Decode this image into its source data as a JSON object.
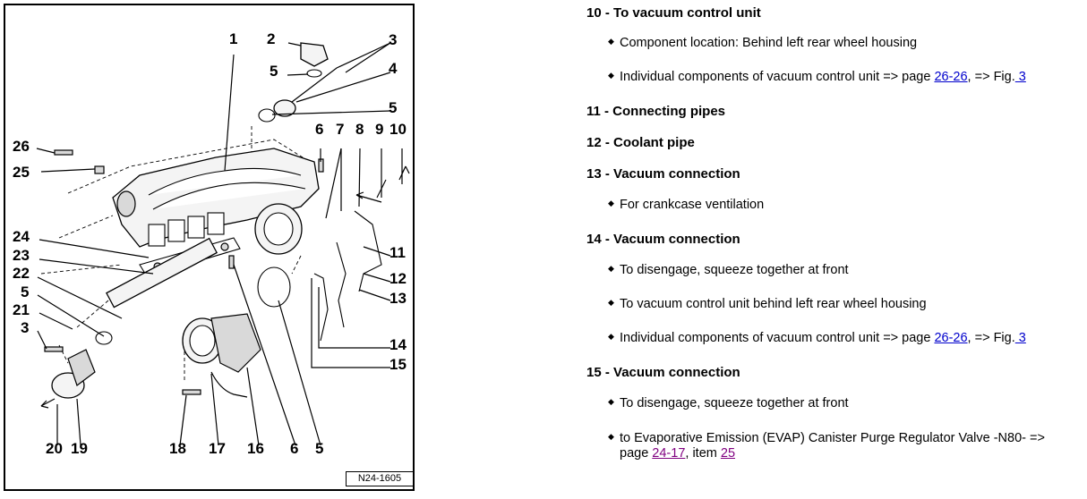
{
  "diagram": {
    "ref_code": "N24-1605",
    "callouts": {
      "n1": "1",
      "n2": "2",
      "n3": "3",
      "n4": "4",
      "n5a": "5",
      "n5b": "5",
      "n6a": "6",
      "n7": "7",
      "n8": "8",
      "n9": "9",
      "n10": "10",
      "n26": "26",
      "n25": "25",
      "n24": "24",
      "n23": "23",
      "n22": "22",
      "n5c": "5",
      "n21": "21",
      "n3b": "3",
      "n11": "11",
      "n12": "12",
      "n13": "13",
      "n14": "14",
      "n15": "15",
      "n20": "20",
      "n19": "19",
      "n18": "18",
      "n17": "17",
      "n16": "16",
      "n6b": "6",
      "n5d": "5"
    }
  },
  "items": [
    {
      "heading": "10 - To vacuum control unit",
      "bullets": [
        {
          "text": "Component location: Behind left rear wheel housing"
        },
        {
          "pre": "Individual components of vacuum control unit => page ",
          "link1": "26-26",
          "mid": ", => Fig.",
          "link2": " 3"
        }
      ]
    },
    {
      "heading": "11 - Connecting pipes"
    },
    {
      "heading": "12 - Coolant pipe"
    },
    {
      "heading": "13 - Vacuum connection",
      "bullets": [
        {
          "text": "For crankcase ventilation"
        }
      ]
    },
    {
      "heading": "14 - Vacuum connection",
      "bullets": [
        {
          "text": "To disengage, squeeze together at front"
        },
        {
          "text": "To vacuum control unit behind left rear wheel housing"
        },
        {
          "pre": "Individual components of vacuum control unit => page ",
          "link1": "26-26",
          "mid": ", => Fig.",
          "link2": " 3"
        }
      ]
    },
    {
      "heading": "15 - Vacuum connection",
      "bullets": [
        {
          "text": "To disengage, squeeze together at front"
        },
        {
          "line1": "to Evaporative Emission (EVAP) Canister Purge Regulator Valve -N80- =>",
          "pre2": "page ",
          "link1": "24-17",
          "mid2": ", item ",
          "link2": "25"
        }
      ]
    }
  ],
  "bullet_glyph": "◆"
}
